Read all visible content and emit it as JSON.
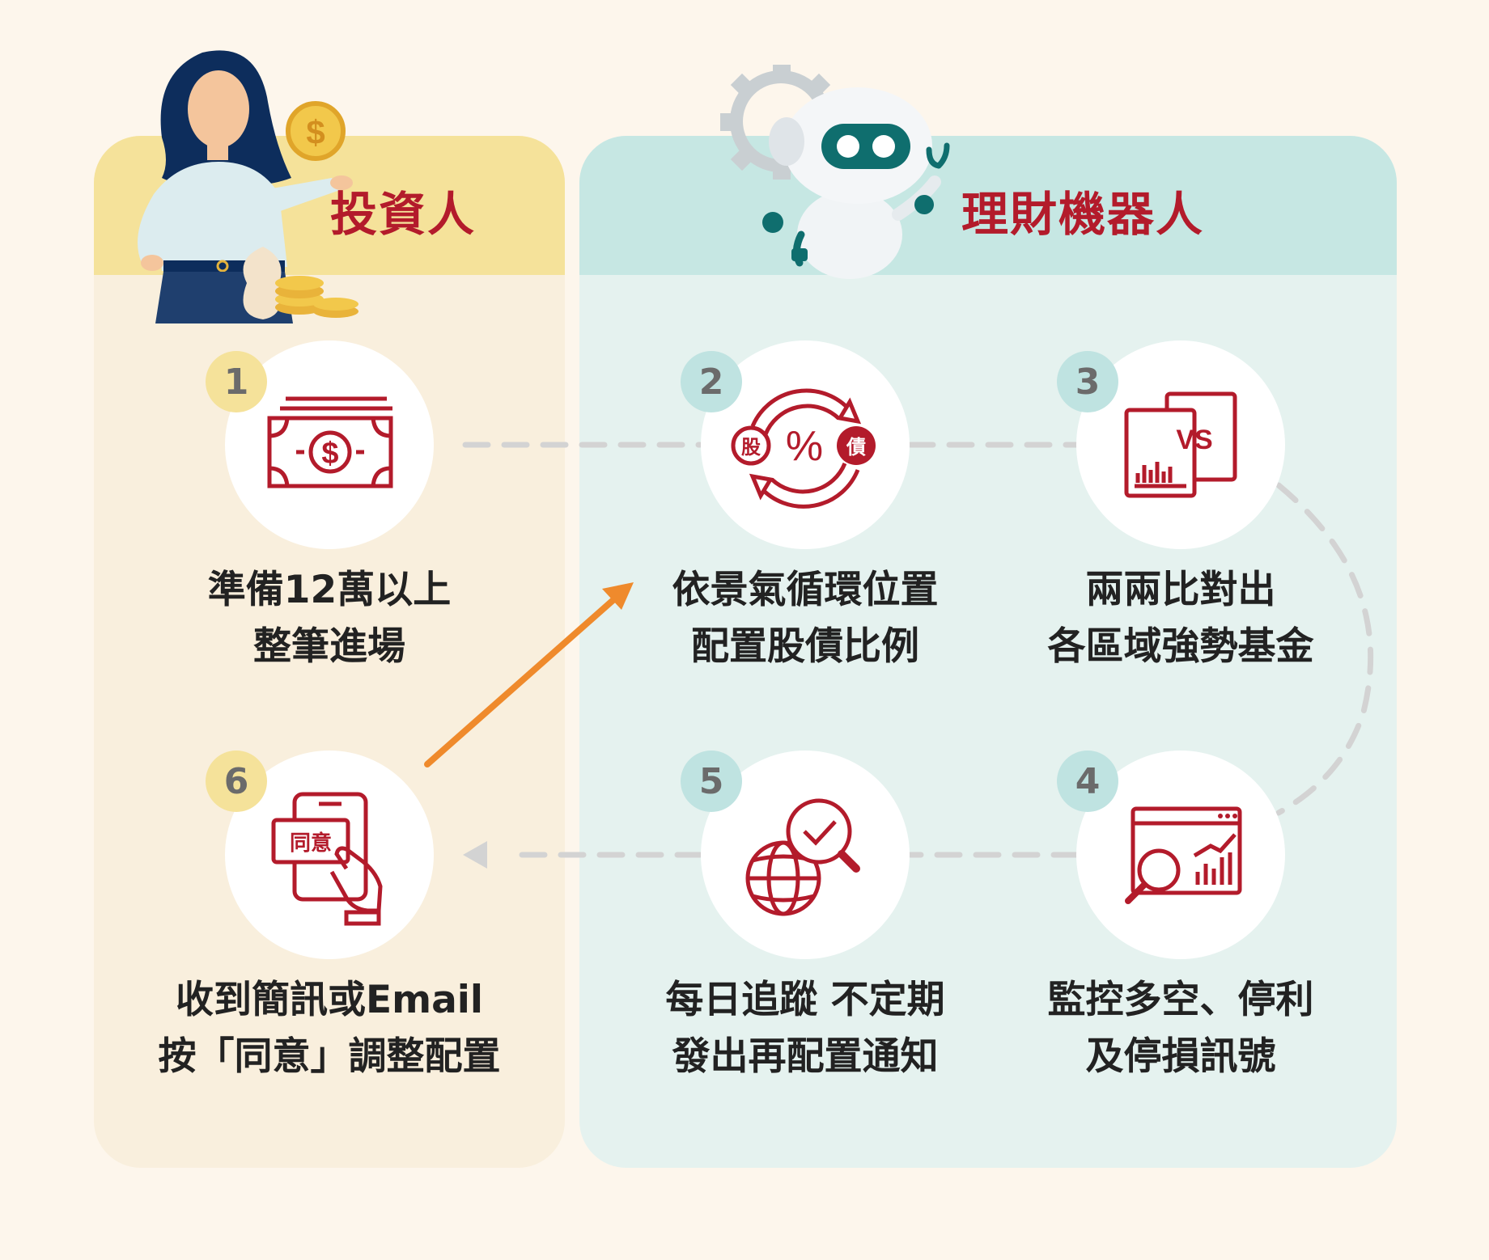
{
  "columns": {
    "investor": {
      "title": "投資人"
    },
    "robot": {
      "title": "理財機器人"
    }
  },
  "steps": [
    {
      "number": "1",
      "lines": [
        "準備12萬以上",
        "整筆進場"
      ],
      "icon": "cash-banknote-icon"
    },
    {
      "number": "2",
      "lines": [
        "依景氣循環位置",
        "配置股債比例"
      ],
      "icon": "stock-bond-cycle-icon",
      "icon_texts": [
        "股",
        "%",
        "債"
      ]
    },
    {
      "number": "3",
      "lines": [
        "兩兩比對出",
        "各區域強勢基金"
      ],
      "icon": "fund-compare-vs-icon",
      "icon_texts": [
        "VS"
      ]
    },
    {
      "number": "4",
      "lines": [
        "監控多空、停利",
        "及停損訊號"
      ],
      "icon": "monitor-chart-magnifier-icon"
    },
    {
      "number": "5",
      "lines": [
        "每日追蹤 不定期",
        "發出再配置通知"
      ],
      "icon": "globe-check-magnifier-icon"
    },
    {
      "number": "6",
      "lines": [
        "收到簡訊或Email",
        "按「同意」調整配置"
      ],
      "icon": "phone-agree-hand-icon",
      "icon_texts": [
        "同意"
      ]
    }
  ],
  "colors": {
    "background": "#fdf6ec",
    "investor_panel": "#f9efdd",
    "investor_header": "#f5e29a",
    "robot_panel": "#e5f2ef",
    "robot_header": "#c6e7e3",
    "title_red": "#b31b2b",
    "icon_red": "#b31b2b",
    "connector_gray": "#d3d3d3",
    "arrow_orange": "#ef8a2c"
  }
}
